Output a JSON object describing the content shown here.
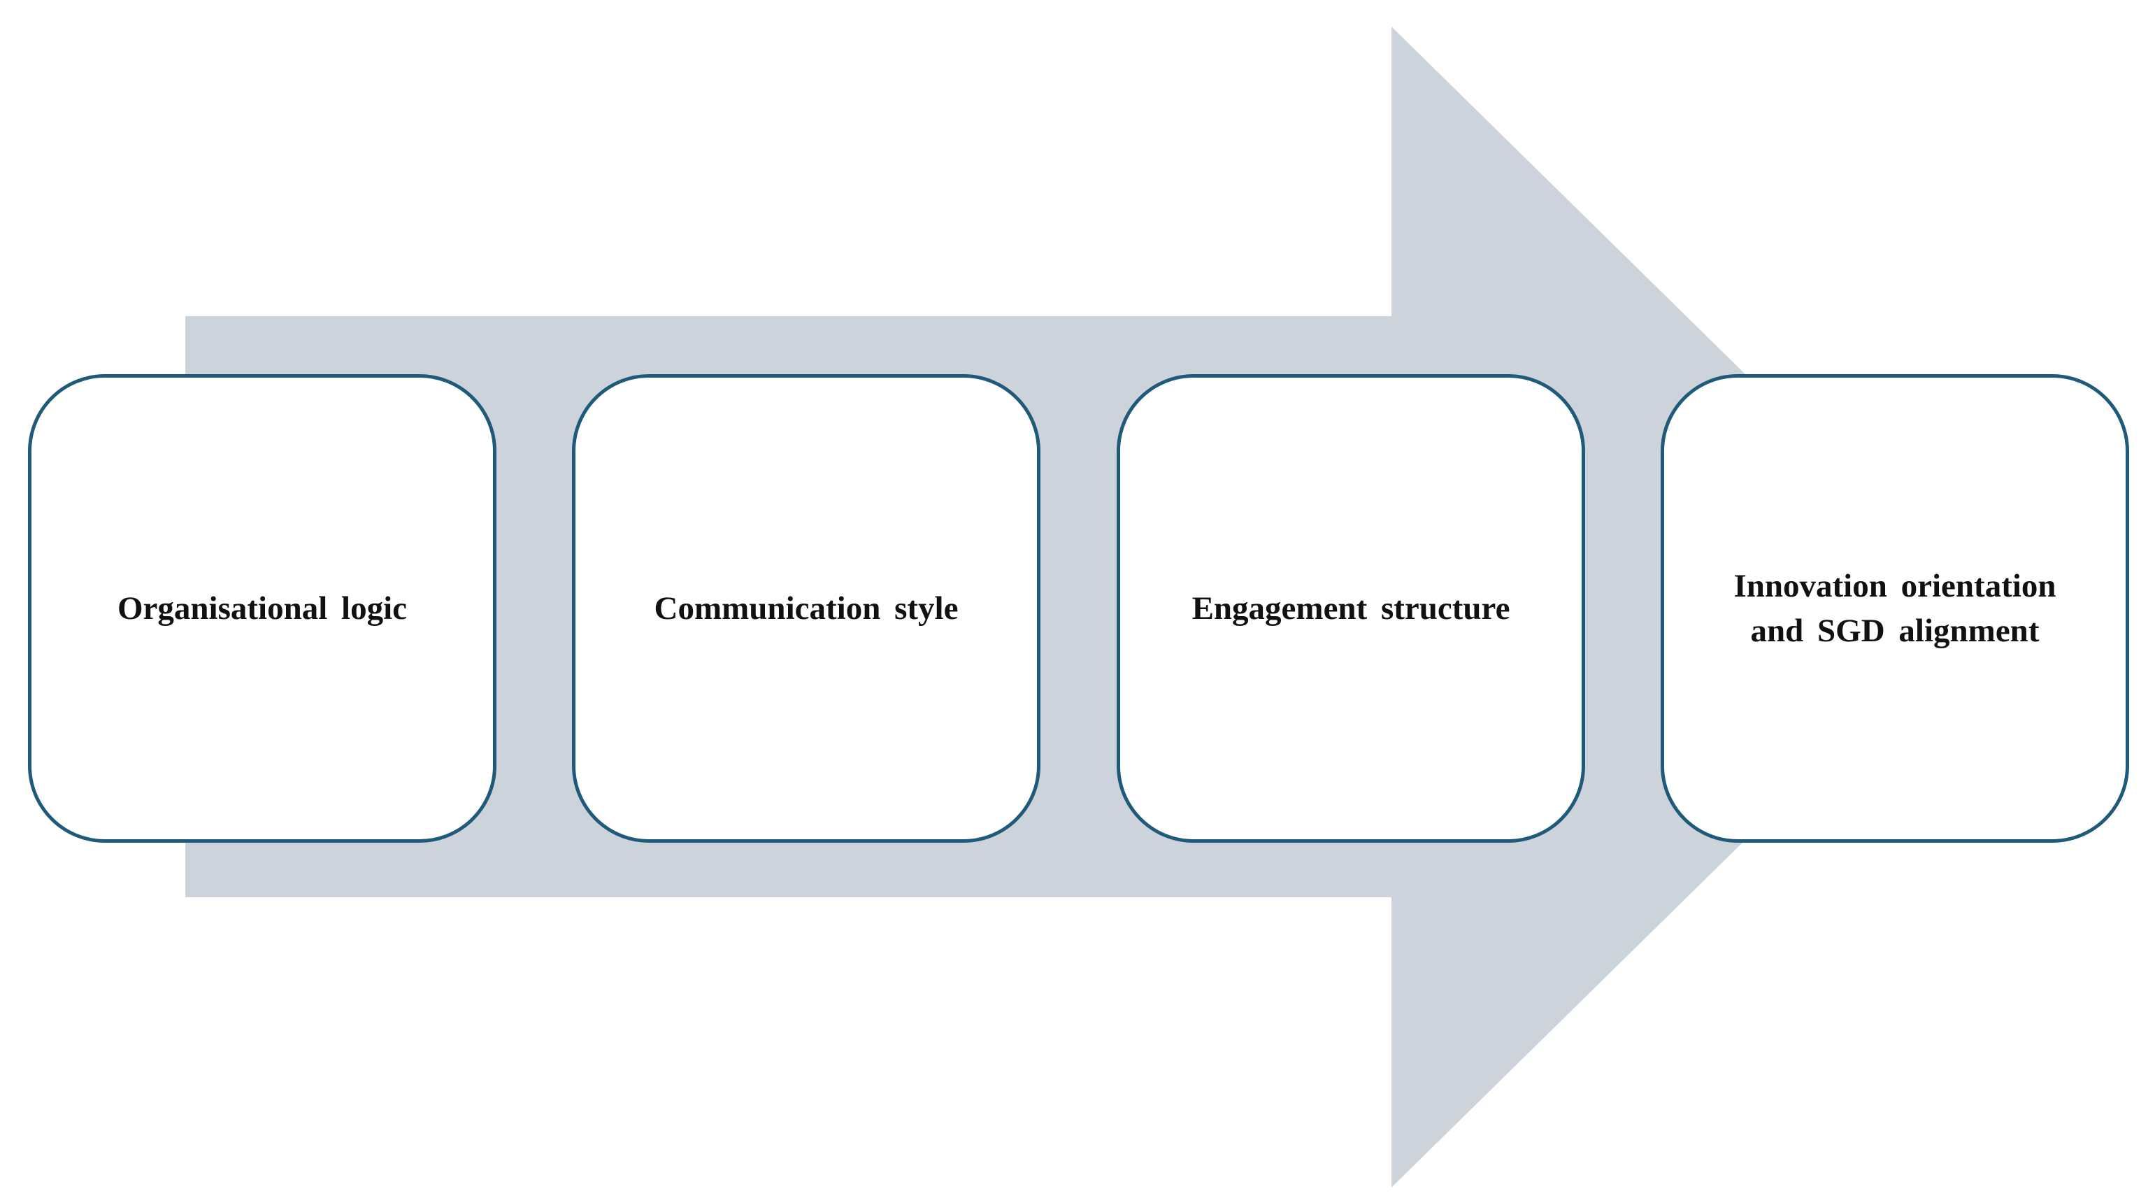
{
  "diagram": {
    "arrow_color": "#ccd3da",
    "box_border_color": "#1f5a7a",
    "steps": [
      {
        "label": "Organisational logic"
      },
      {
        "label": "Communication style"
      },
      {
        "label": "Engagement structure"
      },
      {
        "label": "Innovation orientation\nand SGD alignment"
      }
    ]
  }
}
